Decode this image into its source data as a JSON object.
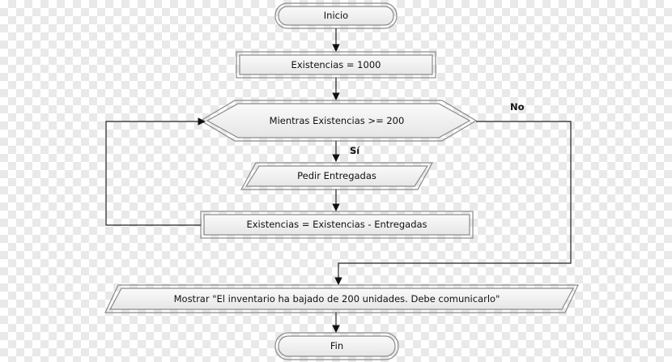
{
  "diagram": {
    "start": "Inicio",
    "assign_initial": "Existencias = 1000",
    "loop_condition": "Mientras Existencias >= 200",
    "branch_yes": "Sí",
    "branch_no": "No",
    "input_step": "Pedir Entregadas",
    "update_step": "Existencias = Existencias - Entregadas",
    "output_step": "Mostrar \"El inventario ha bajado de 200 unidades. Debe comunicarlo\"",
    "end": "Fin"
  }
}
